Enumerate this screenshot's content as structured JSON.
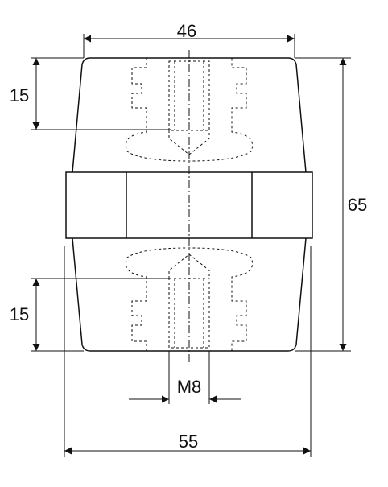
{
  "dimensions": {
    "top_width": "46",
    "overall_height": "65",
    "top_thread_depth": "15",
    "bottom_thread_depth": "15",
    "thread_size": "M8",
    "bottom_width": "55"
  }
}
